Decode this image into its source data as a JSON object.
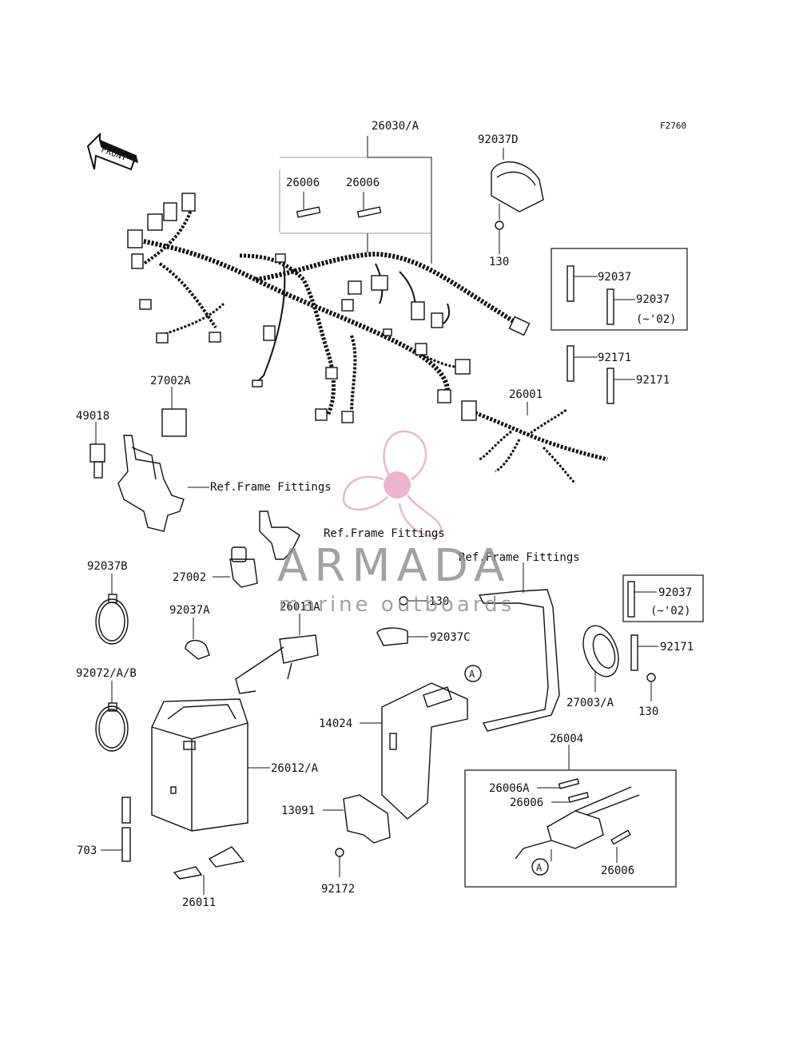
{
  "figure_code": "F2760",
  "front_arrow": "FRONT",
  "callouts": {
    "c26030A": "26030/A",
    "c92037D": "92037D",
    "c26006a": "26006",
    "c26006b": "26006",
    "c130_top": "130",
    "c92037_box1": "92037",
    "c92037_box1b": "92037",
    "c02_box1": "(~'02)",
    "c92171a": "92171",
    "c92171b": "92171",
    "c27002A": "27002A",
    "c49018": "49018",
    "c26001": "26001",
    "ref_frame_1": "Ref.Frame Fittings",
    "ref_frame_2": "Ref.Frame Fittings",
    "ref_frame_3": "Ref.Frame Fittings",
    "c92037B": "92037B",
    "c27002": "27002",
    "c92037A": "92037A",
    "c26011A": "26011A",
    "c130_mid": "130",
    "c92037C": "92037C",
    "c92037_box2": "92037",
    "c02_box2": "(~'02)",
    "c92171c": "92171",
    "c27003A": "27003/A",
    "c130_bot": "130",
    "c92072": "92072/A/B",
    "c14024": "14024",
    "c26012A": "26012/A",
    "c26004": "26004",
    "c26006A": "26006A",
    "c26006c": "26006",
    "c26006d": "26006",
    "c13091": "13091",
    "c703": "703",
    "c92172": "92172",
    "c26011": "26011",
    "ref_A1": "A",
    "ref_A2": "A"
  },
  "watermark": {
    "name": "ARMADA",
    "tagline": "marine outboards",
    "color": "#e8a9c8"
  }
}
